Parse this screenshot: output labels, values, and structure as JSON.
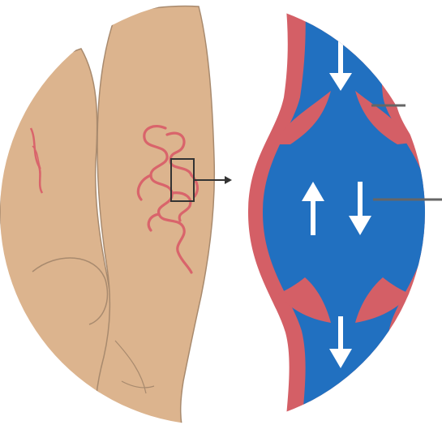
{
  "illustration": {
    "subject": "varicose vein",
    "left_panel": "leg-with-varicose-veins",
    "right_panel": "enlarged-vein-cross-section",
    "flow_arrows": [
      "down",
      "up",
      "down",
      "down"
    ]
  },
  "colors": {
    "background": "#ffffff",
    "skin": "#dcb48e",
    "skin_outline": "#a88a6e",
    "vein_surface": "#d9646b",
    "vein_wall": "#d45f66",
    "blood": "#2170c0",
    "arrow": "#ffffff",
    "label_line": "#666666",
    "zoom_box": "#333333"
  }
}
